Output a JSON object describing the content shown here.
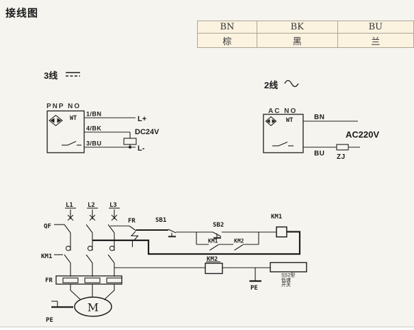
{
  "title": "接线图",
  "color_table": {
    "headers": [
      "BN",
      "BK",
      "BU"
    ],
    "values": [
      "棕",
      "黑",
      "兰"
    ]
  },
  "three_wire": {
    "heading": "3线",
    "mode_label": "PNP NO",
    "brand": "WT",
    "pin1": "1/BN",
    "pin4": "4/BK",
    "pin3": "3/BU",
    "plus": "L+",
    "supply": "DC24V",
    "minus": "L-"
  },
  "two_wire": {
    "heading": "2线",
    "mode_label": "AC NO",
    "brand": "WT",
    "top_wire": "BN",
    "bottom_wire": "BU",
    "supply": "AC220V",
    "relay": "ZJ"
  },
  "circuit": {
    "l1": "L1",
    "l2": "L2",
    "l3": "L3",
    "qf": "QF",
    "km1_main": "KM1",
    "fr_heater": "FR",
    "fr_contact": "FR",
    "sb1": "SB1",
    "sb2": "SB2",
    "km1_aux": "KM1",
    "km2_aux": "KM2",
    "km1_coil": "KM1",
    "km2_coil": "KM2",
    "motor": "M",
    "pe_left": "PE",
    "pe_right": "PE",
    "switch_line1": "SS2型",
    "switch_line2": "低速",
    "switch_line3": "开关"
  }
}
